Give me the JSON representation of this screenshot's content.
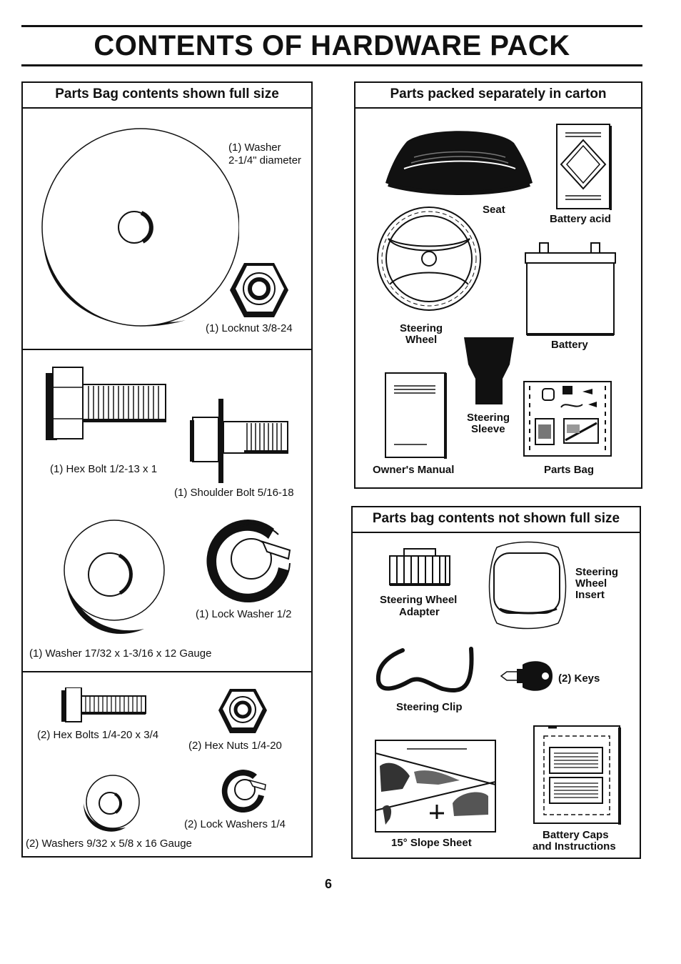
{
  "page_title": "CONTENTS OF HARDWARE PACK",
  "page_number": "6",
  "full_size": {
    "header": "Parts Bag contents shown full size",
    "washer_large": "(1) Washer",
    "washer_large_size": "2-1/4\" diameter",
    "locknut": "(1) Locknut  3/8-24",
    "hex_bolt": "(1) Hex Bolt  1/2-13 x 1",
    "shoulder_bolt": "(1) Shoulder Bolt  5/16-18",
    "lock_washer": "(1) Lock Washer  1/2",
    "washer_medium": "(1) Washer  17/32 x 1-3/16 x 12 Gauge",
    "hex_bolts_small": "(2) Hex Bolts  1/4-20 x 3/4",
    "hex_nuts": "(2) Hex Nuts  1/4-20",
    "lock_washers_small": "(2) Lock Washers  1/4",
    "washers_small": "(2) Washers  9/32  x 5/8 x 16 Gauge"
  },
  "carton": {
    "header": "Parts packed separately in carton",
    "seat": "Seat",
    "battery_acid": "Battery acid",
    "steering_wheel_1": "Steering",
    "steering_wheel_2": "Wheel",
    "battery": "Battery",
    "steering_sleeve_1": "Steering",
    "steering_sleeve_2": "Sleeve",
    "owners_manual": "Owner's Manual",
    "parts_bag": "Parts Bag"
  },
  "not_full_size": {
    "header": "Parts bag contents not shown full size",
    "adapter_1": "Steering Wheel",
    "adapter_2": "Adapter",
    "insert_1": "Steering",
    "insert_2": "Wheel",
    "insert_3": "Insert",
    "steering_clip": "Steering Clip",
    "keys": "(2) Keys",
    "slope_sheet": "15° Slope Sheet",
    "battery_caps_1": "Battery Caps",
    "battery_caps_2": "and Instructions"
  }
}
